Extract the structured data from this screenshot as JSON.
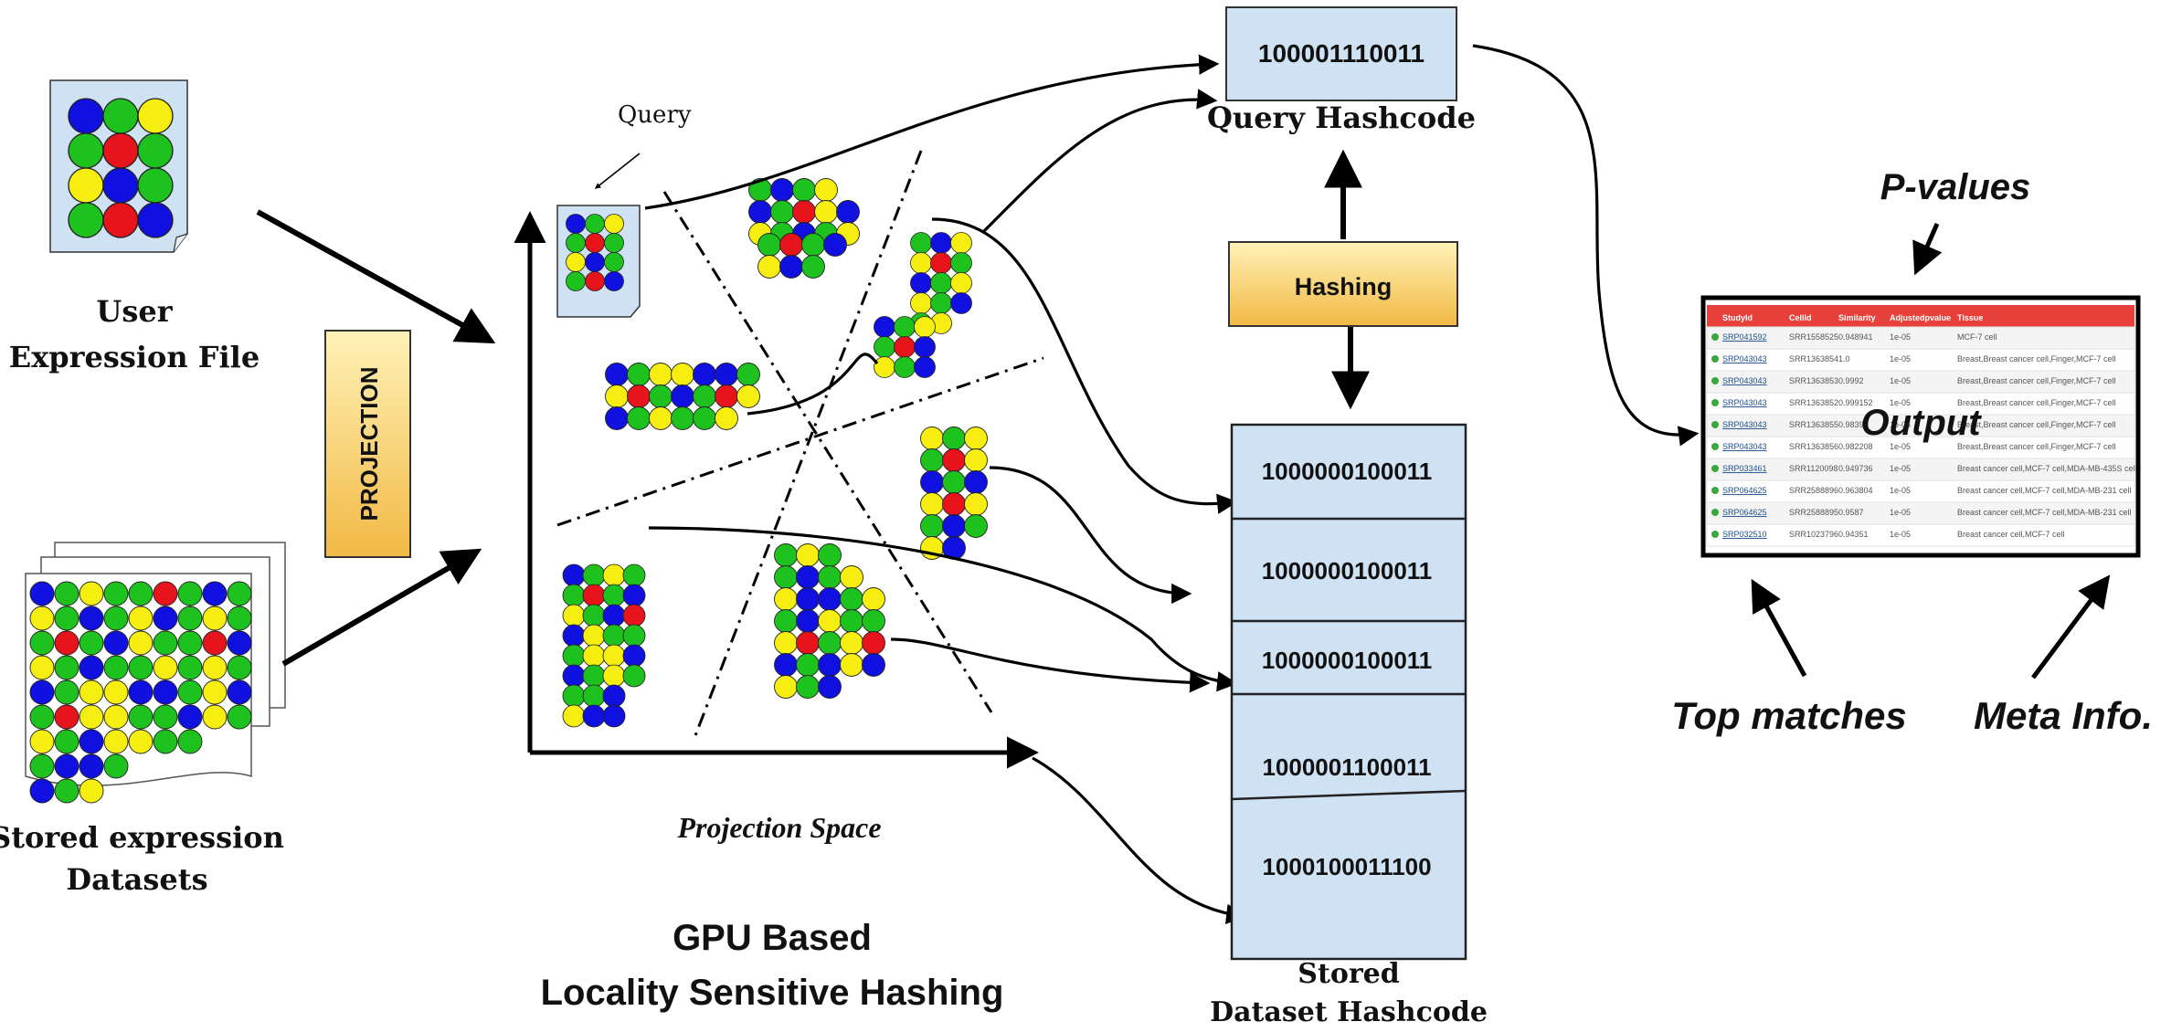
{
  "labels": {
    "user_file_line1": "User",
    "user_file_line2": "Expression File",
    "stored_line1": "Stored expression",
    "stored_line2": "Datasets",
    "projection": "PROJECTION",
    "query": "Query",
    "projection_space": "Projection Space",
    "gpu_line1": "GPU Based",
    "gpu_line2": "Locality Sensitive Hashing",
    "query_hashcode_label": "Query Hashcode",
    "hashing": "Hashing",
    "stored_hash_line1": "Stored",
    "stored_hash_line2": "Dataset Hashcode",
    "p_values": "P-values",
    "output": "Output",
    "top_matches": "Top matches",
    "meta_info": "Meta Info."
  },
  "query_hashcode": "100001110011",
  "stored_hashcodes": [
    "1000000100011",
    "1000000100011",
    "1000000100011",
    "1000001100011",
    "1000100011100"
  ],
  "results_table": {
    "headers": [
      "StudyId",
      "CellId",
      "Similarity",
      "Adjustedpvalue",
      "Tissue"
    ],
    "rows": [
      [
        "SRP041592",
        "SRR1558525",
        "0.948941",
        "1e-05",
        "MCF-7 cell"
      ],
      [
        "SRP043043",
        "SRR1363854",
        "1.0",
        "1e-05",
        "Breast,Breast cancer cell,Finger,MCF-7 cell"
      ],
      [
        "SRP043043",
        "SRR1363853",
        "0.9992",
        "1e-05",
        "Breast,Breast cancer cell,Finger,MCF-7 cell"
      ],
      [
        "SRP043043",
        "SRR1363852",
        "0.999152",
        "1e-05",
        "Breast,Breast cancer cell,Finger,MCF-7 cell"
      ],
      [
        "SRP043043",
        "SRR1363855",
        "0.9839",
        "1e-05",
        "Breast,Breast cancer cell,Finger,MCF-7 cell"
      ],
      [
        "SRP043043",
        "SRR1363856",
        "0.982208",
        "1e-05",
        "Breast,Breast cancer cell,Finger,MCF-7 cell"
      ],
      [
        "SRP033461",
        "SRR1120098",
        "0.949736",
        "1e-05",
        "Breast cancer cell,MCF-7 cell,MDA-MB-435S cell"
      ],
      [
        "SRP064625",
        "SRR2588896",
        "0.963804",
        "1e-05",
        "Breast cancer cell,MCF-7 cell,MDA-MB-231 cell"
      ],
      [
        "SRP064625",
        "SRR2588895",
        "0.9587",
        "1e-05",
        "Breast cancer cell,MCF-7 cell,MDA-MB-231 cell"
      ],
      [
        "SRP032510",
        "SRR1023796",
        "0.94351",
        "1e-05",
        "Breast cancer cell,MCF-7 cell"
      ]
    ]
  },
  "colors": {
    "blue": "#1010e0",
    "green": "#1ec21e",
    "yellow": "#f5ee10",
    "red": "#e8141c",
    "hash_box_fill": "#cfe2f3",
    "hashing_box_top": "#fff2b8",
    "hashing_box_bottom": "#f2b944",
    "table_header": "#e8403a"
  },
  "icons": [
    "document-icon",
    "document-stack-icon",
    "arrow-icon",
    "status-dot-icon"
  ]
}
